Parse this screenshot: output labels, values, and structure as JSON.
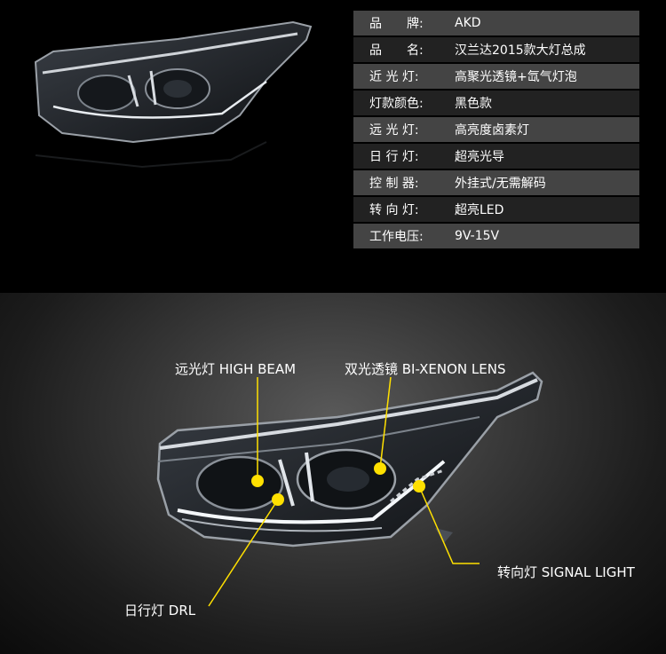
{
  "specs": [
    {
      "label": "品　　牌:",
      "value": "AKD"
    },
    {
      "label": "品　　名:",
      "value": "汉兰达2015款大灯总成"
    },
    {
      "label": "近 光 灯:",
      "value": "高聚光透镜+氙气灯泡"
    },
    {
      "label": "灯款颜色:",
      "value": "黑色款"
    },
    {
      "label": "远 光 灯:",
      "value": "高亮度卤素灯"
    },
    {
      "label": "日 行 灯:",
      "value": "超亮光导"
    },
    {
      "label": "控 制 器:",
      "value": "外挂式/无需解码"
    },
    {
      "label": "转 向 灯:",
      "value": "超亮LED"
    },
    {
      "label": "工作电压:",
      "value": "9V-15V"
    }
  ],
  "callouts": {
    "high_beam": "远光灯 HIGH BEAM",
    "lens": "双光透镜 BI-XENON LENS",
    "signal": "转向灯 SIGNAL LIGHT",
    "drl": "日行灯 DRL"
  },
  "colors": {
    "marker": "#ffe000",
    "row_dark": "#444444",
    "row_light": "#222222"
  }
}
